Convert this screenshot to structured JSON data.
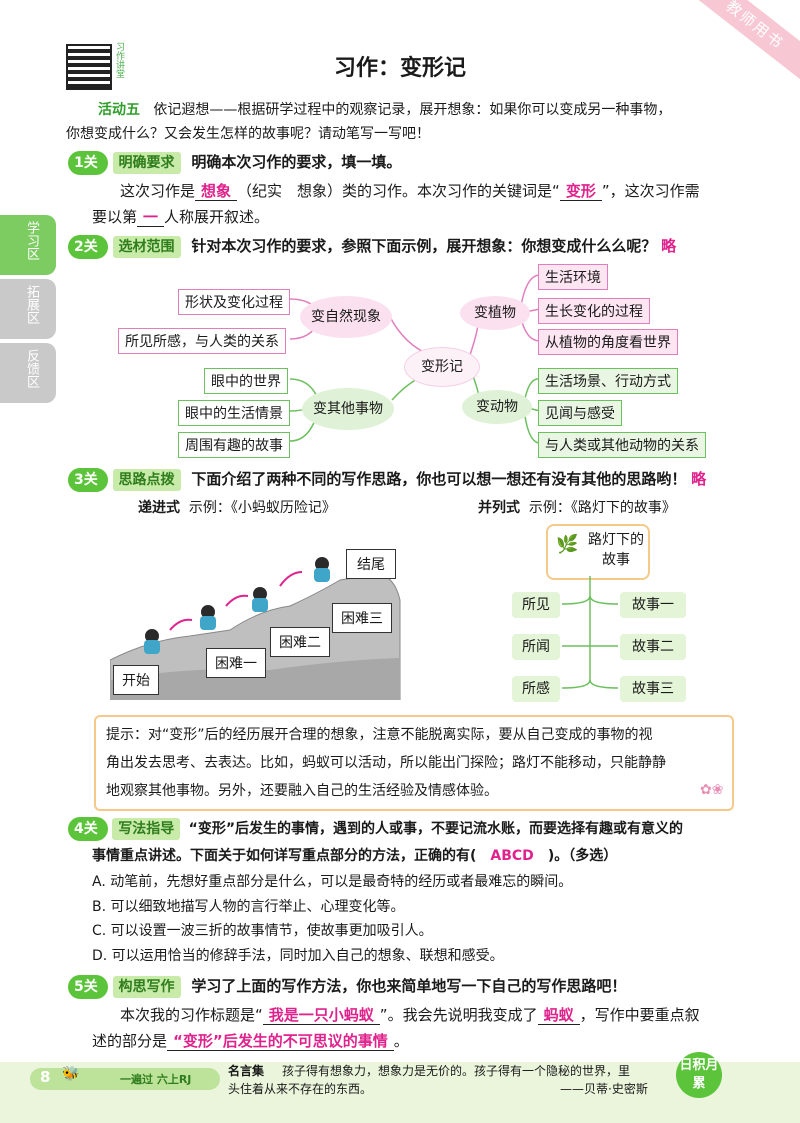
{
  "ribbon": "教师用书",
  "qr_caption": "习作讲堂",
  "title": "习作：变形记",
  "activity": {
    "label": "活动五",
    "text_1": "依记遐想——根据研学过程中的观察记录，展开想象：如果你可以变成另一种事物，",
    "text_2": "你想变成什么？又会发生怎样的故事呢？请动笔写一写吧！"
  },
  "side_tabs": [
    "学习区",
    "拓展区",
    "反馈区"
  ],
  "s1": {
    "badge": "1关",
    "name": "明确要求",
    "prompt": "明确本次习作的要求，填一填。",
    "l1a": "这次习作是",
    "a1": "想象",
    "l1b": "（纪实　想象）类的习作。本次习作的关键词是“",
    "a2": "变形",
    "l1c": "”，这次习作需",
    "l2a": "要以第",
    "a3": "一",
    "l2b": "人称展开叙述。"
  },
  "s2": {
    "badge": "2关",
    "name": "选材范围",
    "prompt": "针对本次习作的要求，参照下面示例，展开想象：你想变成什么么呢？",
    "answer": "略",
    "center": "变形记",
    "nature": {
      "label": "变自然现象",
      "items": [
        "形状及变化过程",
        "所见所感，与人类的关系"
      ]
    },
    "plant": {
      "label": "变植物",
      "items": [
        "生活环境",
        "生长变化的过程",
        "从植物的角度看世界"
      ]
    },
    "other": {
      "label": "变其他事物",
      "items": [
        "眼中的世界",
        "眼中的生活情景",
        "周围有趣的故事"
      ]
    },
    "animal": {
      "label": "变动物",
      "items": [
        "生活场景、行动方式",
        "见闻与感受",
        "与人类或其他动物的关系"
      ]
    }
  },
  "s3": {
    "badge": "3关",
    "name": "思路点拨",
    "prompt": "下面介绍了两种不同的写作思路，你也可以想一想还有没有其他的思路哟！",
    "answer": "略",
    "left_head": "递进式",
    "left_example": "示例：《小蚂蚁历险记》",
    "right_head": "并列式",
    "right_example": "示例：《路灯下的故事》",
    "stairs": [
      "开始",
      "困难一",
      "困难二",
      "困难三",
      "结尾"
    ],
    "lamp_title": "路灯下的故事",
    "parallel": [
      {
        "left": "所见",
        "right": "故事一"
      },
      {
        "left": "所闻",
        "right": "故事二"
      },
      {
        "left": "所感",
        "right": "故事三"
      }
    ],
    "tip_1": "提示：对“变形”后的经历展开合理的想象，注意不能脱离实际，要从自己变成的事物的视",
    "tip_2": "角出发去思考、去表达。比如，蚂蚁可以活动，所以能出门探险；路灯不能移动，只能静静",
    "tip_3": "地观察其他事物。另外，还要融入自己的生活经验及情感体验。"
  },
  "s4": {
    "badge": "4关",
    "name": "写法指导",
    "prompt_1": "“变形”后发生的事情，遇到的人或事，不要记流水账，而要选择有趣或有意义的",
    "prompt_2a": "事情重点讲述。下面关于如何详写重点部分的方法，正确的有(",
    "answer": "ABCD",
    "prompt_2b": ")。（多选）",
    "options": [
      "A. 动笔前，先想好重点部分是什么，可以是最奇特的经历或者最难忘的瞬间。",
      "B. 可以细致地描写人物的言行举止、心理变化等。",
      "C. 可以设置一波三折的故事情节，使故事更加吸引人。",
      "D. 可以运用恰当的修辞手法，同时加入自己的想象、联想和感受。"
    ]
  },
  "s5": {
    "badge": "5关",
    "name": "构思写作",
    "prompt": "学习了上面的写作方法，你也来简单地写一下自己的写作思路吧！",
    "l1a": "本次我的习作标题是“",
    "a1": "我是一只小蚂蚁",
    "l1b": "”。我会先说明我变成了",
    "a2": "蚂蚁",
    "l1c": "，写作中要重点叙",
    "l2a": "述的部分是",
    "a3": "“变形”后发生的不可思议的事情",
    "l2b": "。"
  },
  "footer": {
    "page": "8",
    "brand": "一遍过 六上RJ",
    "quote_label": "名言集",
    "quote_1": "孩子得有想象力，想象力是无价的。孩子得有一个隐秘的世界，里",
    "quote_2": "头住着从来不存在的东西。",
    "quote_author": "——贝蒂·史密斯",
    "badge": "日积月累"
  }
}
